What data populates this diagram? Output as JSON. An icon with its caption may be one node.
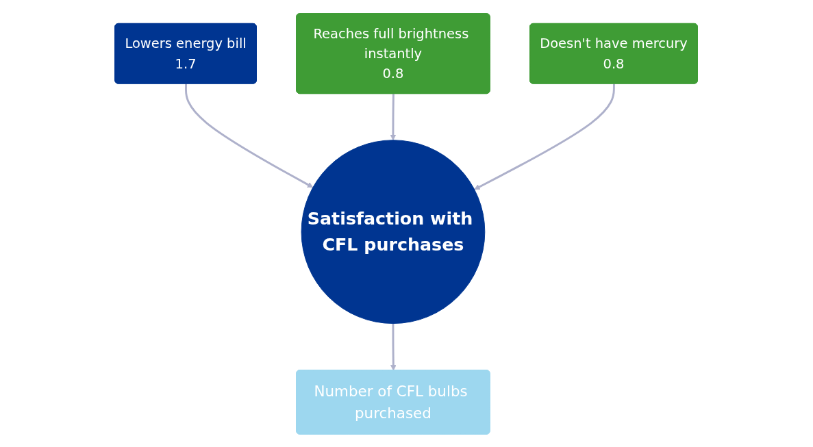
{
  "diagram": {
    "nodes": [
      {
        "text": [
          "Lowers energy bill",
          "1.7"
        ]
      },
      {
        "text": [
          "Reaches full brightness instantly",
          "0.8"
        ]
      },
      {
        "text": [
          "Doesn't have mercury",
          "0.8"
        ]
      },
      {
        "text": [
          "Satisfaction with CFL purchases"
        ]
      },
      {
        "text": [
          "Number of CFL bulbs purchased"
        ]
      }
    ],
    "edges": [
      {
        "from": 0,
        "to": 3,
        "arrow": "to"
      },
      {
        "from": 1,
        "to": 3,
        "arrow": "to"
      },
      {
        "from": 2,
        "to": 3,
        "arrow": "to"
      },
      {
        "from": 3,
        "to": 4,
        "arrow": "to"
      }
    ]
  }
}
